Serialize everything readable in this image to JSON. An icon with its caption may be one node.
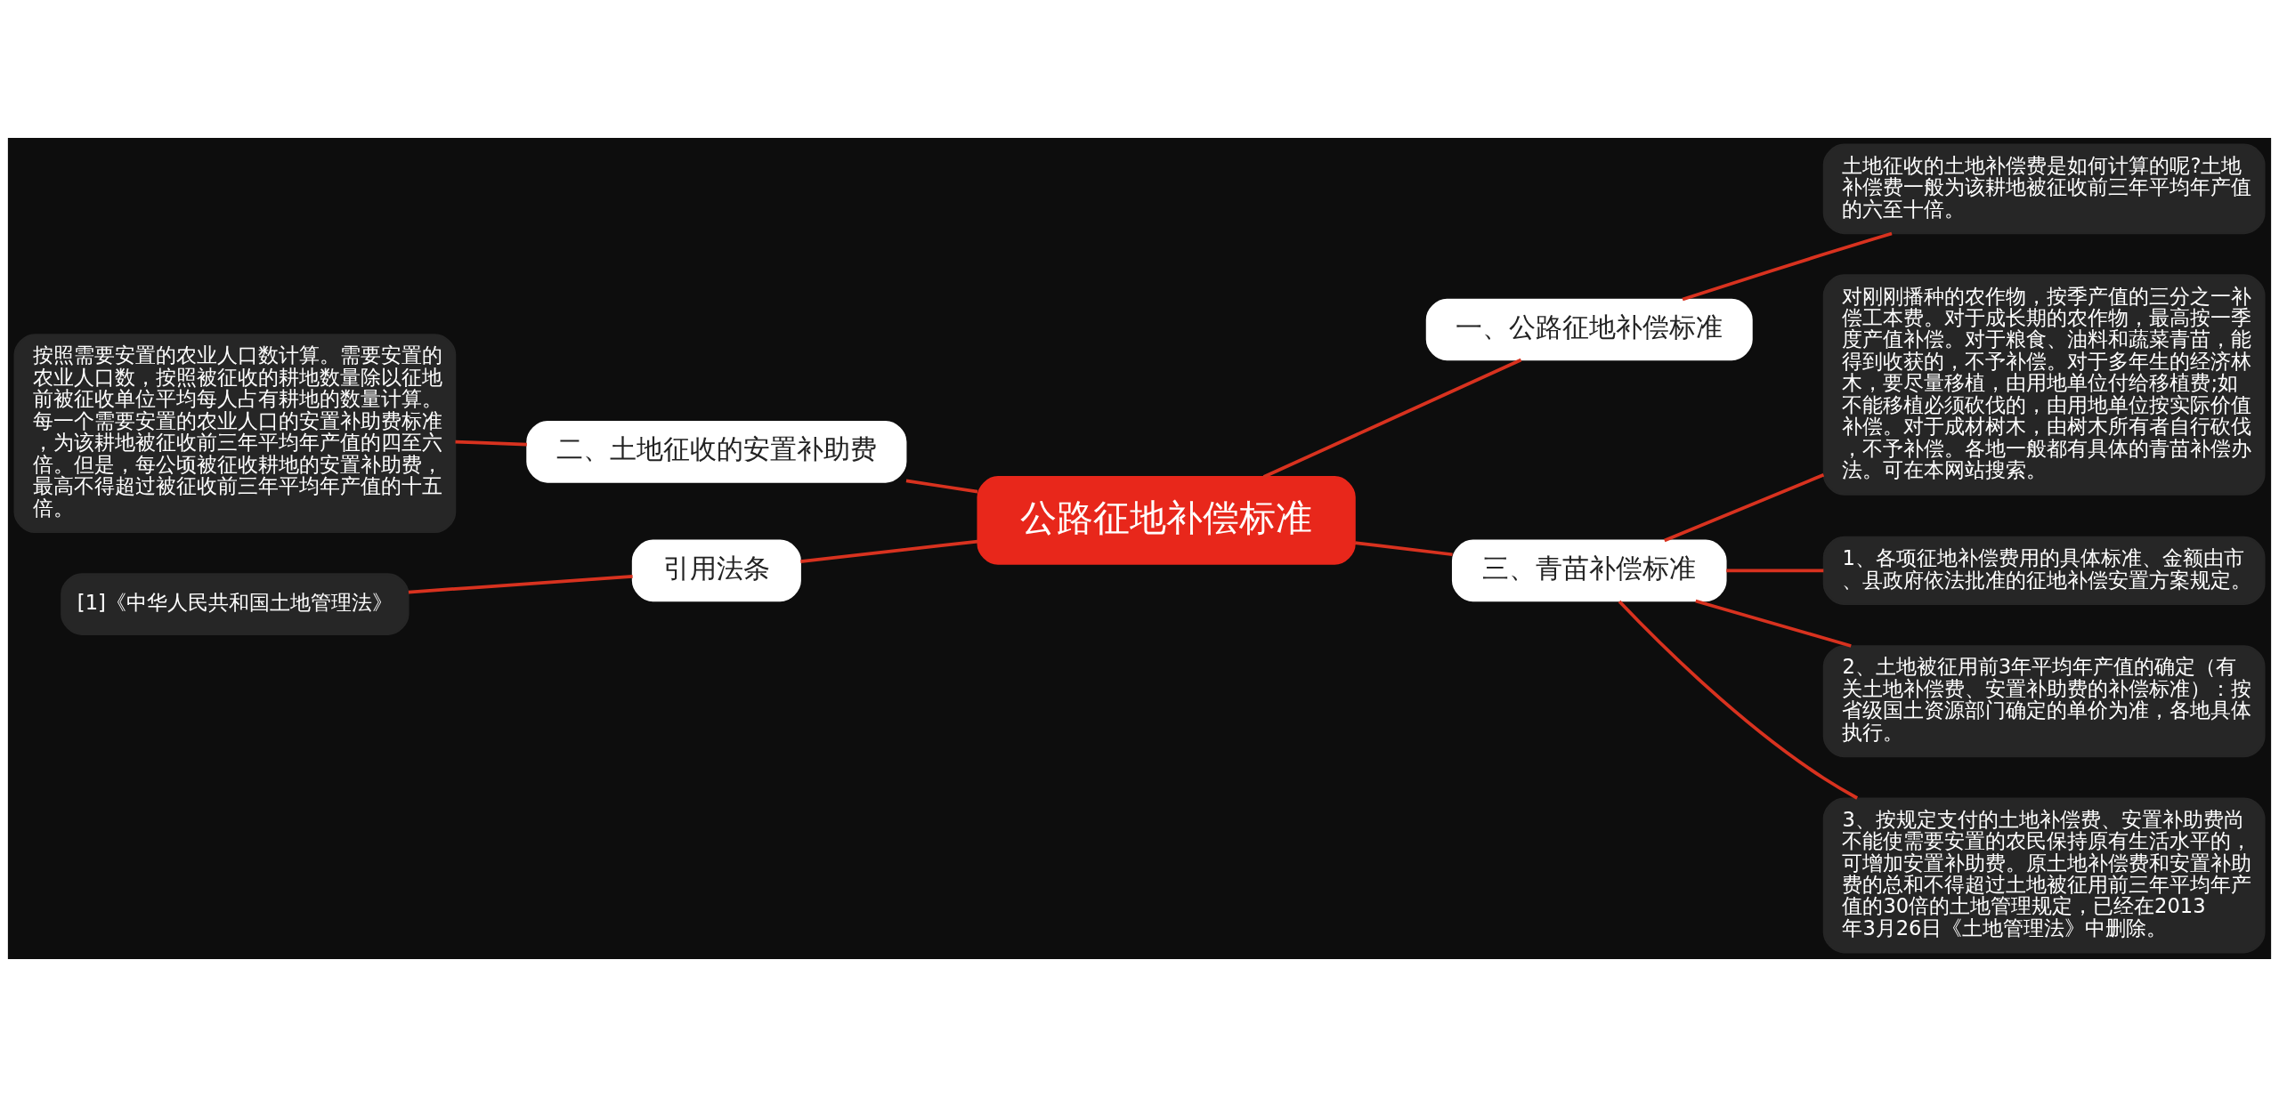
{
  "diagram": {
    "nodes": [
      {
        "text": [
          "公路征地补偿标准"
        ]
      },
      {
        "text": [
          "一、公路征地补偿标准"
        ]
      },
      {
        "text": [
          "土地征收的土地补偿费是如何计算的呢?土地补偿费一般为该耕地被征收前三年平均年产值的六至十倍。"
        ]
      },
      {
        "text": [
          "二、土地征收的安置补助费"
        ]
      },
      {
        "text": [
          "按照需要安置的农业人口数计算。需要安置的农业人口数，按照被征收的耕地数量除以征地前被征收单位平均每人占有耕地的数量计算。每一个需要安置的农业人口的安置补助费标准，为该耕地被征收前三年平均年产值的四至六倍。但是，每公顷被征收耕地的安置补助费，最高不得超过被征收前三年平均年产值的十五倍。"
        ]
      },
      {
        "text": [
          "引用法条"
        ]
      },
      {
        "text": [
          "[1]《中华人民共和国土地管理法》"
        ]
      },
      {
        "text": [
          "三、青苗补偿标准"
        ]
      },
      {
        "text": [
          "对刚刚播种的农作物，按季产值的三分之一补偿工本费。对于成长期的农作物，最高按一季度产值补偿。对于粮食、油料和蔬菜青苗，能得到收获的，不予补偿。对于多年生的经济林木，要尽量移植，由用地单位付给移植费;如不能移植必须砍伐的，由用地单位按实际价值补偿。对于成材树木，由树木所有者自行砍伐，不予补偿。各地一般都有具体的青苗补偿办法。可在本网站搜索。"
        ]
      },
      {
        "text": [
          "1、各项征地补偿费用的具体标准、金额由市、县政府依法批准的征地补偿安置方案规定。"
        ]
      },
      {
        "text": [
          "2、土地被征用前3年平均年产值的确定（有关土地补偿费、安置补助费的补偿标准）：按省级国土资源部门确定的单价为准，各地具体执行。"
        ]
      },
      {
        "text": [
          "3、按规定支付的土地补偿费、安置补助费尚不能使需要安置的农民保持原有生活水平的，可增加安置补助费。原土地补偿费和安置补助费的总和不得超过土地被征用前三年平均年产值的30倍的土地管理规定，已经在2013年3月26日《土地管理法》中删除。"
        ]
      }
    ],
    "edges": [
      {
        "from": 0,
        "to": 1,
        "arrow": "none"
      },
      {
        "from": 1,
        "to": 2,
        "arrow": "none"
      },
      {
        "from": 0,
        "to": 3,
        "arrow": "none"
      },
      {
        "from": 3,
        "to": 4,
        "arrow": "none"
      },
      {
        "from": 0,
        "to": 5,
        "arrow": "none"
      },
      {
        "from": 5,
        "to": 6,
        "arrow": "none"
      },
      {
        "from": 0,
        "to": 7,
        "arrow": "none"
      },
      {
        "from": 7,
        "to": 8,
        "arrow": "none"
      },
      {
        "from": 7,
        "to": 9,
        "arrow": "none"
      },
      {
        "from": 7,
        "to": 10,
        "arrow": "none"
      },
      {
        "from": 7,
        "to": 11,
        "arrow": "none"
      }
    ]
  }
}
